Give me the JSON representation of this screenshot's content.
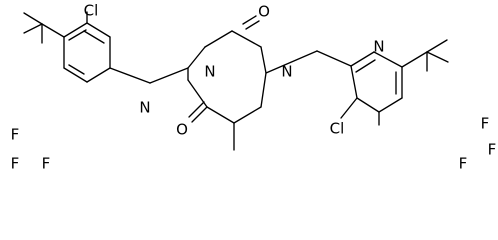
{
  "diagram": {
    "atoms": [
      {
        "id": "cl_left",
        "label": "Cl"
      },
      {
        "id": "f_left_top",
        "label": "F"
      },
      {
        "id": "f_left_mid",
        "label": "F"
      },
      {
        "id": "f_left_bottom",
        "label": "F"
      },
      {
        "id": "n_pyridine_left",
        "label": "N"
      },
      {
        "id": "n3_pyrimidine",
        "label": "N"
      },
      {
        "id": "o_top",
        "label": "O"
      },
      {
        "id": "n1_pyrimidine",
        "label": "N"
      },
      {
        "id": "n_pyridine_right",
        "label": "N"
      },
      {
        "id": "o_bottom",
        "label": "O"
      },
      {
        "id": "cl_right",
        "label": "Cl"
      },
      {
        "id": "f_right_top",
        "label": "F"
      },
      {
        "id": "f_right_mid",
        "label": "F"
      },
      {
        "id": "f_right_bottom",
        "label": "F"
      }
    ]
  }
}
